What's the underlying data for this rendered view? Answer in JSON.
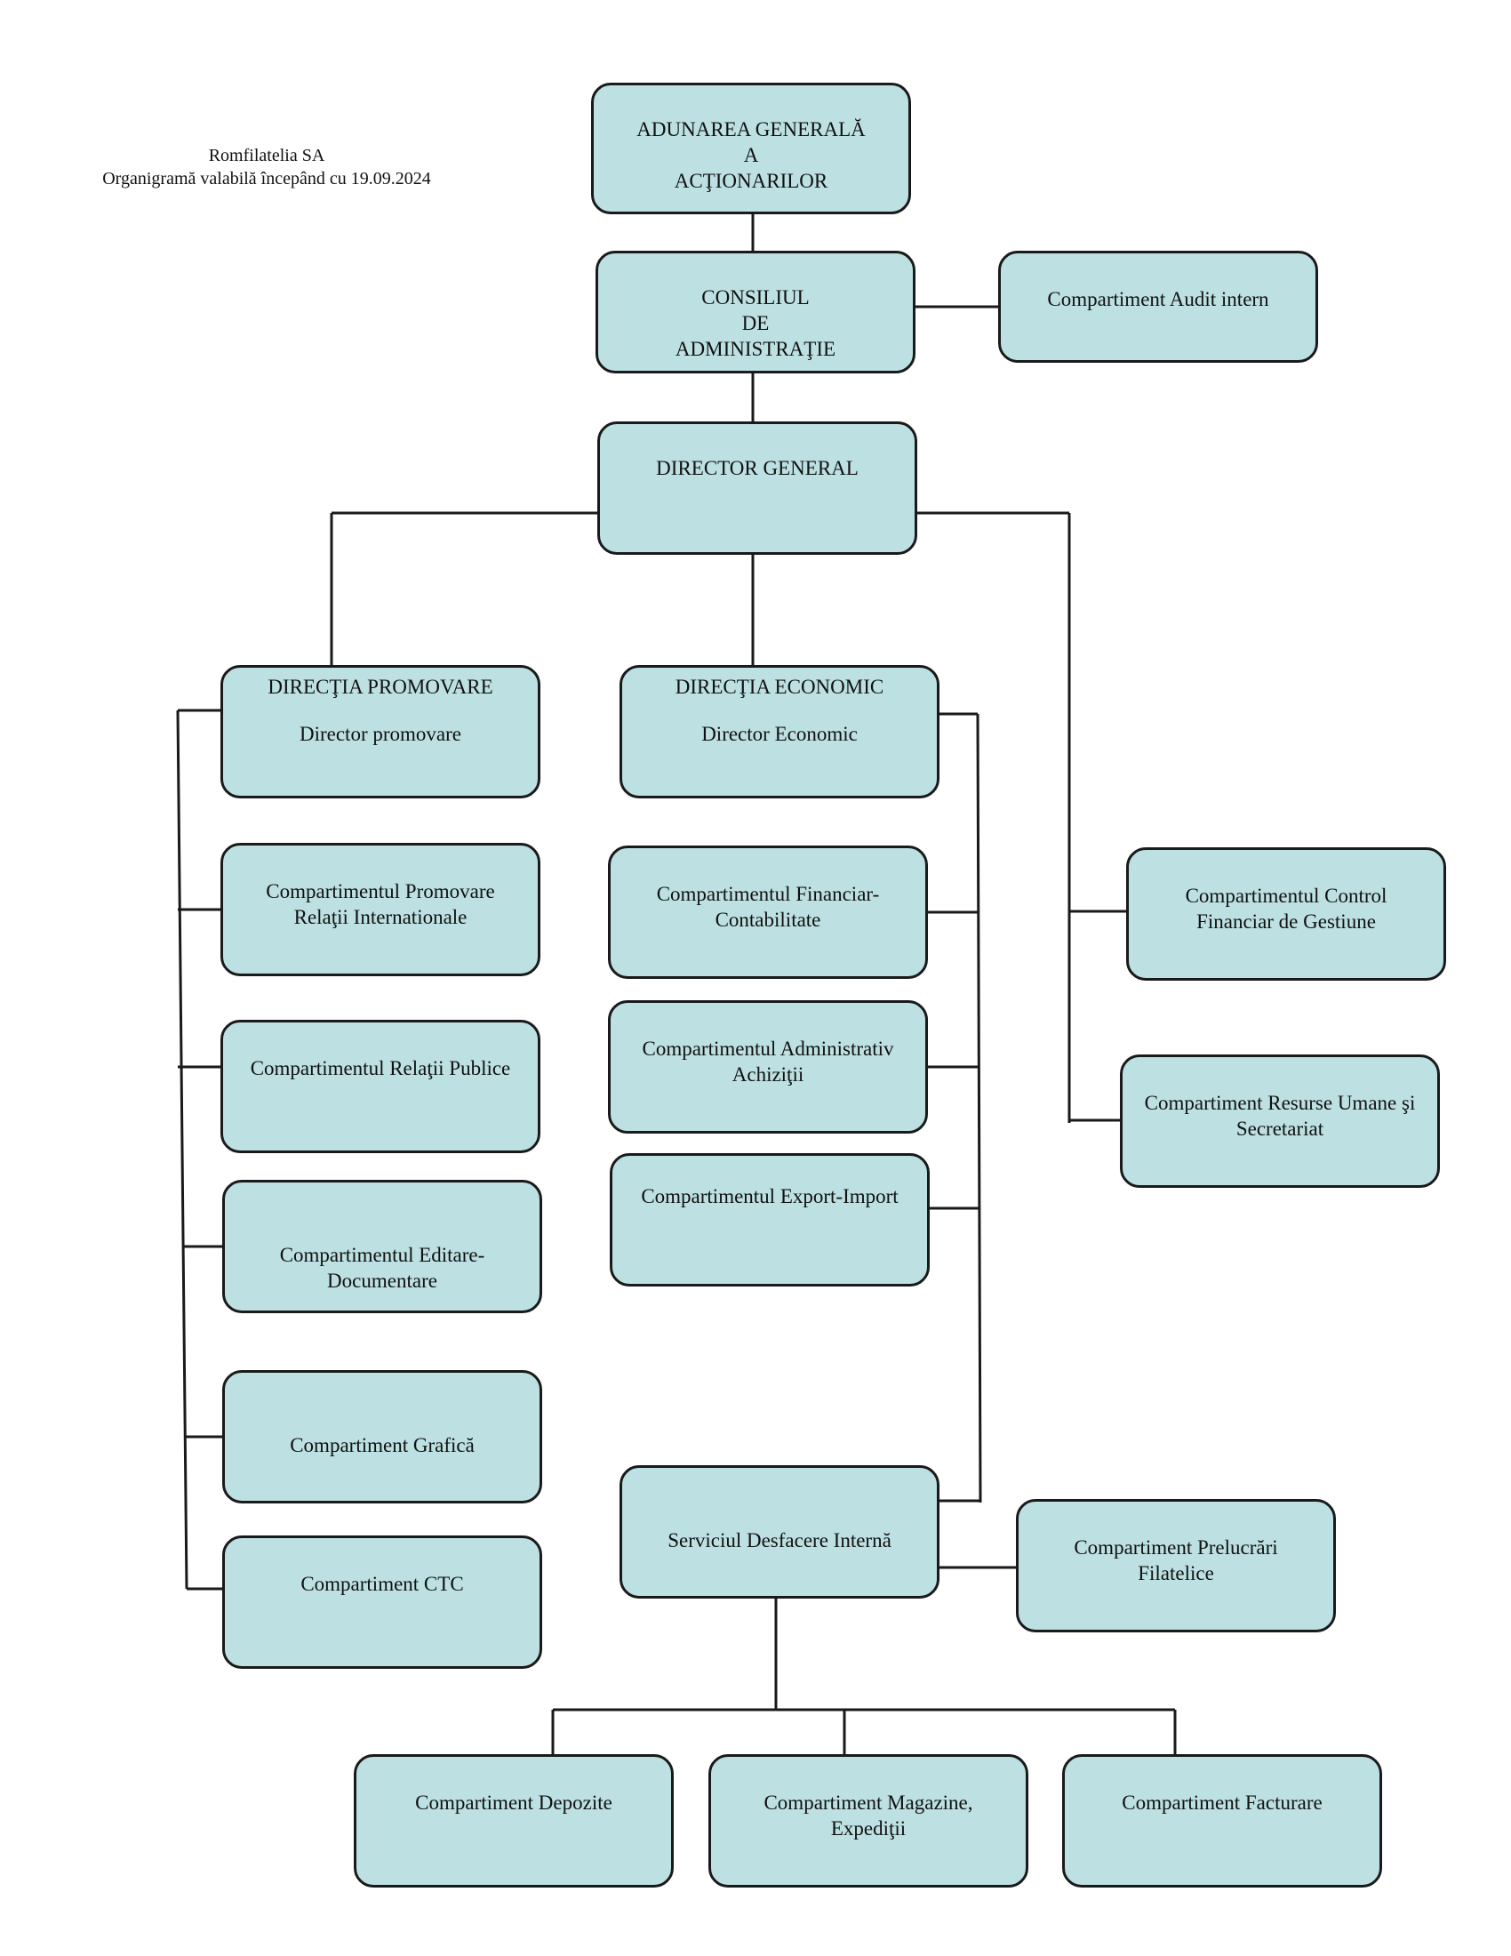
{
  "header": {
    "company": "Romfilatelia SA",
    "subtitle": "Organigramă valabilă începând cu 19.09.2024"
  },
  "colors": {
    "box_fill": "#bde0e2",
    "line": "#1a1a1a"
  },
  "nodes": {
    "aga": {
      "label": "ADUNAREA GENERALĂ\nA\nACŢIONARILOR"
    },
    "ca": {
      "label": "CONSILIUL\nDE\nADMINISTRAŢIE"
    },
    "audit": {
      "label": "Compartiment Audit intern"
    },
    "dg": {
      "label": "DIRECTOR  GENERAL"
    },
    "dir_promovare": {
      "label": "DIRECŢIA PROMOVARE",
      "sub": "Director promovare"
    },
    "dir_economic": {
      "label": "DIRECŢIA ECONOMIC",
      "sub": "Director Economic"
    },
    "promovare_rel_int": {
      "label": "Compartimentul Promovare\nRelaţii Internationale"
    },
    "relatii_publice": {
      "label": "Compartimentul  Relaţii Publice"
    },
    "editare": {
      "label": "Compartimentul Editare-\nDocumentare"
    },
    "grafica": {
      "label": "Compartiment Grafică"
    },
    "ctc": {
      "label": "Compartiment CTC"
    },
    "financiar": {
      "label": "Compartimentul Financiar-\nContabilitate"
    },
    "administrativ": {
      "label": "Compartimentul Administrativ\nAchiziţii"
    },
    "export_import": {
      "label": "Compartimentul Export-Import"
    },
    "control_financiar": {
      "label": "Compartimentul Control\nFinanciar de Gestiune"
    },
    "resurse_umane": {
      "label": "Compartiment Resurse Umane şi\nSecretariat"
    },
    "desfacere": {
      "label": "Serviciul Desfacere Internă"
    },
    "prelucrari": {
      "label": "Compartiment Prelucrări\nFilatelice"
    },
    "depozite": {
      "label": "Compartiment Depozite"
    },
    "magazine": {
      "label": "Compartiment Magazine,\nExpediţii"
    },
    "facturare": {
      "label": "Compartiment Facturare"
    }
  }
}
